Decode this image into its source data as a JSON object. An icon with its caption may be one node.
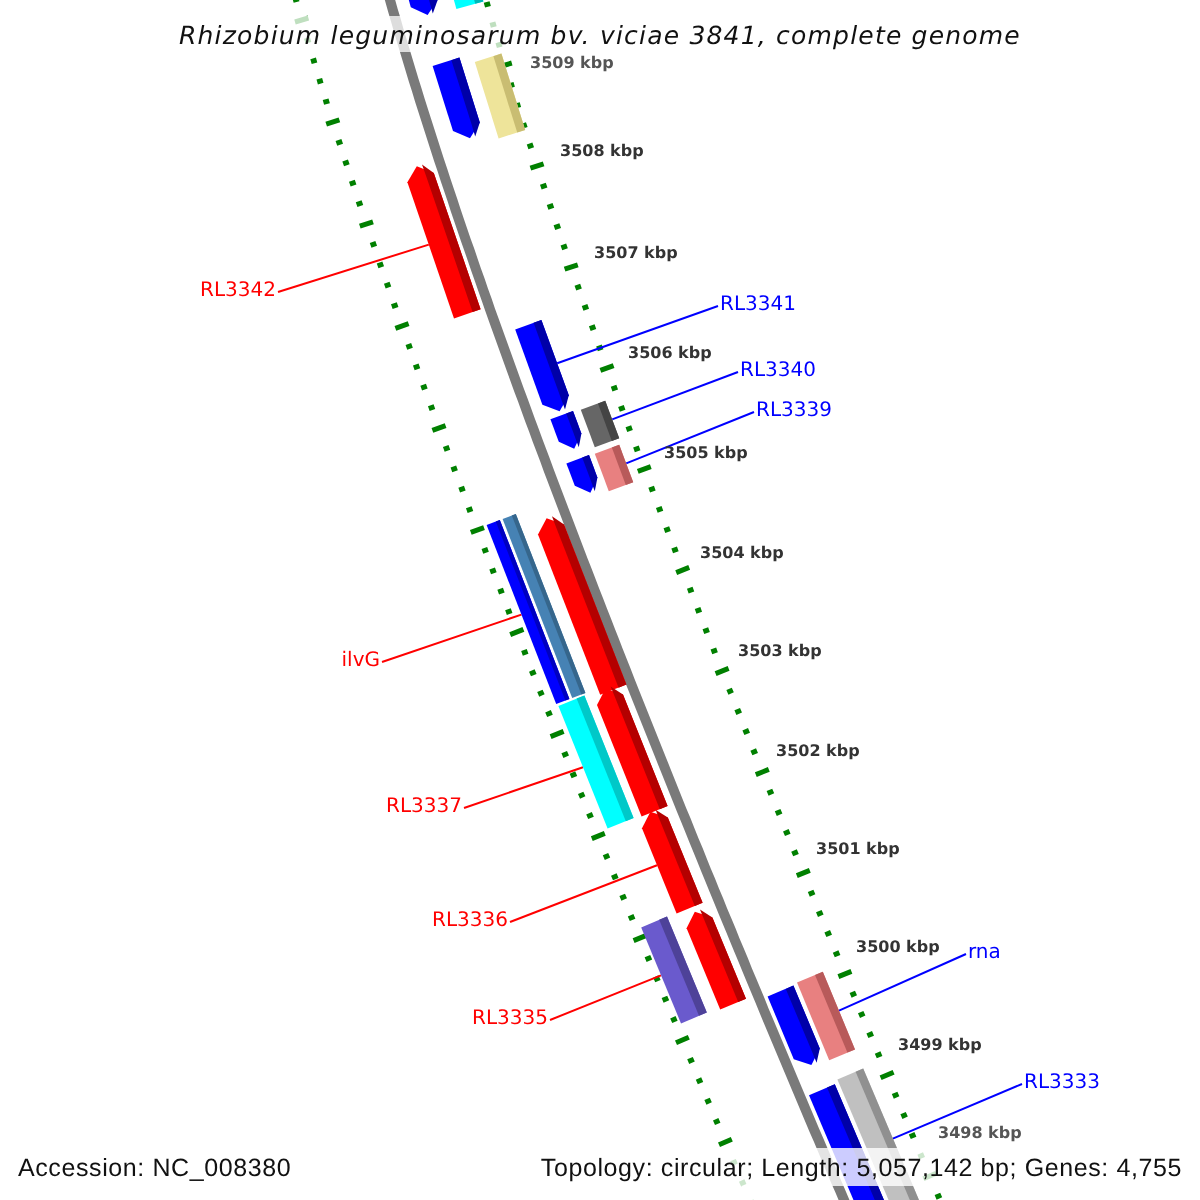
{
  "diagram": {
    "title": "Rhizobium leguminosarum bv. viciae 3841, complete genome",
    "nodes": [
      {
        "text": [],
        "shape": "bar"
      },
      {
        "text": [],
        "shape": "bar"
      },
      {
        "text": [],
        "shape": "bar"
      },
      {
        "text": [],
        "shape": "bar"
      },
      {
        "text": [],
        "shape": "bar"
      },
      {
        "text": [],
        "shape": "bar"
      },
      {
        "text": [],
        "shape": "bar"
      },
      {
        "text": [],
        "shape": "bar"
      },
      {
        "text": [],
        "shape": "bar"
      },
      {
        "text": [],
        "shape": "bar"
      },
      {
        "text": [],
        "shape": "bar"
      },
      {
        "text": [],
        "shape": "bar"
      },
      {
        "text": [],
        "shape": "bar"
      },
      {
        "text": [],
        "shape": "bar"
      },
      {
        "text": [],
        "shape": "bar"
      },
      {
        "text": [],
        "shape": "bar"
      },
      {
        "text": [],
        "shape": "bar"
      },
      {
        "text": [],
        "shape": "bar"
      },
      {
        "text": [],
        "shape": "bar"
      },
      {
        "text": [],
        "shape": "bar"
      },
      {
        "text": [],
        "shape": "bar"
      },
      {
        "text": [],
        "shape": "bar"
      },
      {
        "text": [
          "RL3342"
        ]
      },
      {
        "text": [
          "RL3341"
        ]
      },
      {
        "text": [
          "RL3340"
        ]
      },
      {
        "text": [
          "RL3339"
        ]
      },
      {
        "text": [
          "ilvG"
        ]
      },
      {
        "text": [
          "RL3337"
        ]
      },
      {
        "text": [
          "RL3336"
        ]
      },
      {
        "text": [
          "RL3335"
        ]
      },
      {
        "text": [
          "rna"
        ]
      },
      {
        "text": [
          "RL3333"
        ]
      }
    ],
    "edges": [
      {
        "from": 22,
        "to": 4,
        "arrow": "none",
        "color": "#ff0000"
      },
      {
        "from": 23,
        "to": 5,
        "arrow": "none",
        "color": "#0000ff"
      },
      {
        "from": 24,
        "to": 7,
        "arrow": "none",
        "color": "#0000ff"
      },
      {
        "from": 25,
        "to": 9,
        "arrow": "none",
        "color": "#0000ff"
      },
      {
        "from": 26,
        "to": 10,
        "arrow": "none",
        "color": "#ff0000"
      },
      {
        "from": 27,
        "to": 13,
        "arrow": "none",
        "color": "#ff0000"
      },
      {
        "from": 28,
        "to": 15,
        "arrow": "none",
        "color": "#ff0000"
      },
      {
        "from": 29,
        "to": 16,
        "arrow": "none",
        "color": "#ff0000"
      },
      {
        "from": 30,
        "to": 19,
        "arrow": "none",
        "color": "#0000ff"
      },
      {
        "from": 31,
        "to": 21,
        "arrow": "none",
        "color": "#0000ff"
      }
    ],
    "labels": [
      "3509 kbp",
      "3508 kbp",
      "3507 kbp",
      "3506 kbp",
      "3505 kbp",
      "3504 kbp",
      "3503 kbp",
      "3502 kbp",
      "3501 kbp",
      "3500 kbp",
      "3499 kbp",
      "3498 kbp",
      "Accession: NC_008380",
      "Topology: circular; Length: 5,057,142 bp; Genes: 4,755"
    ]
  }
}
